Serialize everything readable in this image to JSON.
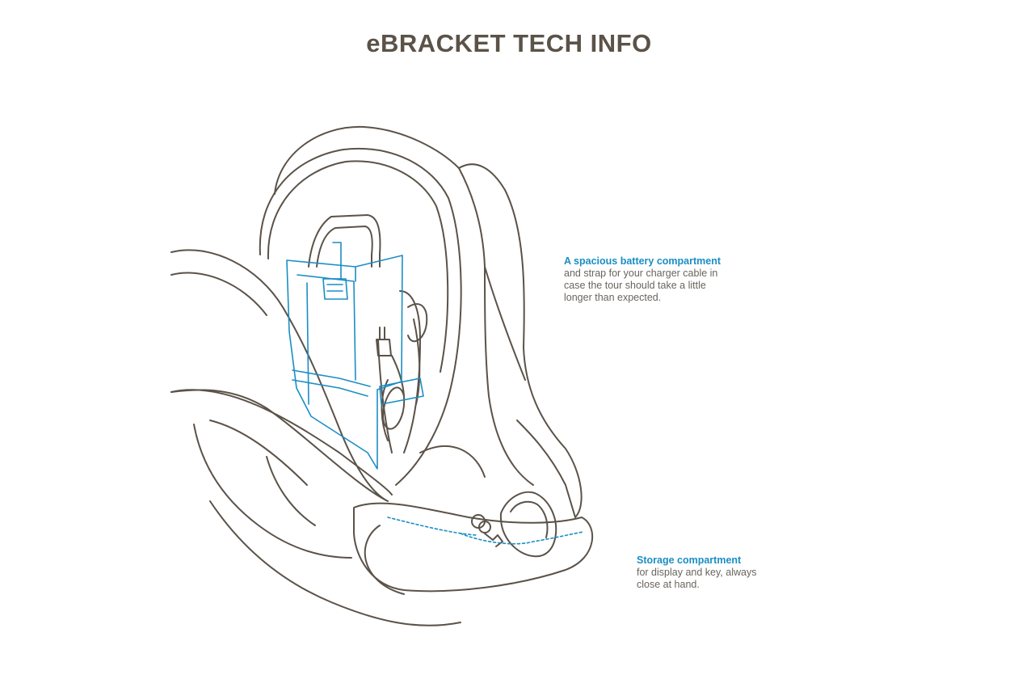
{
  "page": {
    "title": "eBRACKET TECH INFO"
  },
  "callouts": {
    "battery": {
      "heading": "A spacious battery compartment",
      "text": "and strap for your charger cable in case the tour should take a little longer than expected."
    },
    "storage": {
      "heading": "Storage compartment",
      "text": "for display and key, always close at hand."
    }
  },
  "colors": {
    "outline": "#5b5248",
    "accent": "#1a8ec4",
    "text": "#6a645e"
  }
}
